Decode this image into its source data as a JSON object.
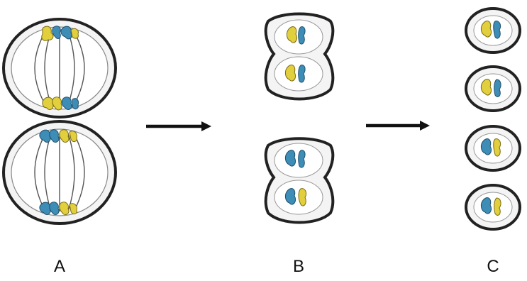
{
  "stages": [
    {
      "label": "A"
    },
    {
      "label": "B"
    },
    {
      "label": "C"
    }
  ],
  "colors": {
    "yellow_chromosome": "#e2cf3d",
    "blue_chromosome": "#3e8db7",
    "cell_outline": "#222222",
    "cell_fill": "#f2f2f2",
    "spindle": "#555555",
    "arrow": "#111111"
  }
}
